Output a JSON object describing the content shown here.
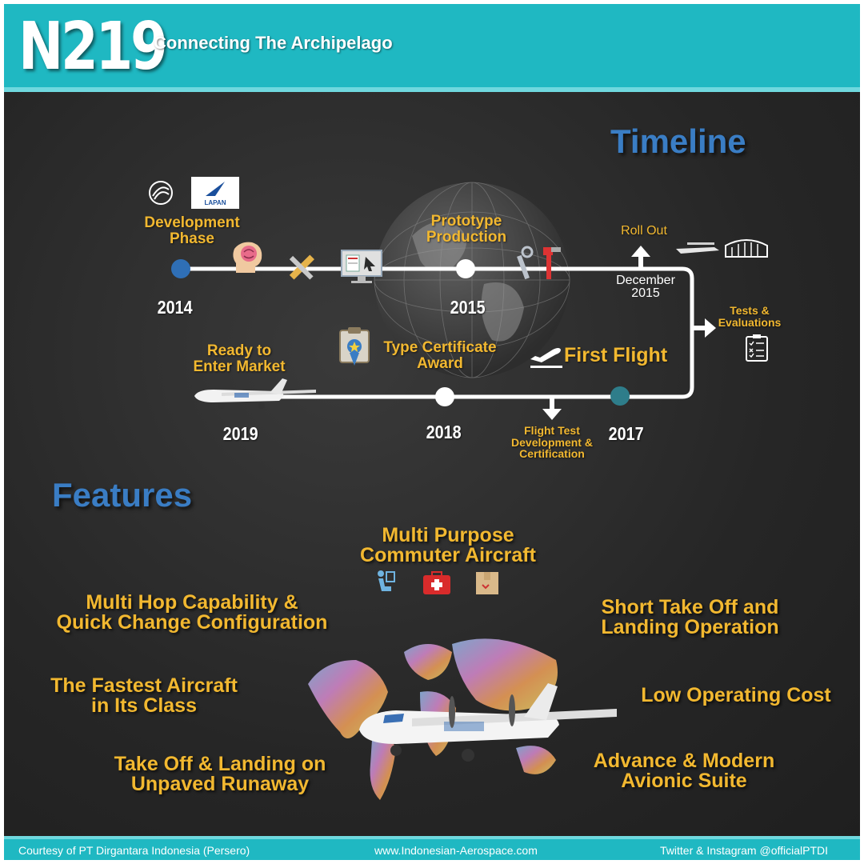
{
  "header": {
    "logo": "N219",
    "tagline": "Connecting The Archipelago"
  },
  "timeline": {
    "title": "Timeline",
    "milestones": [
      {
        "label": "Development\nPhase",
        "year": "2014"
      },
      {
        "label": "Prototype\nProduction",
        "year": "2015"
      },
      {
        "label": "Roll Out",
        "date": "December\n2015"
      },
      {
        "label": "Tests &\nEvaluations"
      },
      {
        "label": "First Flight",
        "year": "2017"
      },
      {
        "label": "Flight Test\nDevelopment &\nCertification"
      },
      {
        "label": "Type Certificate\nAward",
        "year": "2018"
      },
      {
        "label": "Ready to\nEnter Market",
        "year": "2019"
      }
    ],
    "logo_text": "LAPAN",
    "colors": {
      "start_dot": "#2f6fb6",
      "end_dot": "#2e7d8a",
      "label": "#f2b830"
    }
  },
  "features": {
    "title": "Features",
    "items": [
      "Multi Purpose\nCommuter Aircraft",
      "Multi Hop Capability &\nQuick Change Configuration",
      "Short Take Off and\nLanding Operation",
      "The Fastest Aircraft\nin Its Class",
      "Low Operating Cost",
      "Take Off & Landing on\nUnpaved Runaway",
      "Advance & Modern\nAvionic Suite"
    ],
    "icons": [
      "passenger-seat-icon",
      "medical-kit-icon",
      "cargo-box-icon"
    ]
  },
  "footer": {
    "courtesy": "Courtesy of PT Dirgantara Indonesia (Persero)",
    "website": "www.Indonesian-Aerospace.com",
    "social": "Twitter & Instagram @officialPTDI"
  },
  "colors": {
    "header": "#1fb8c2",
    "accent_gold": "#f2b830",
    "title_blue": "#3a7dc4",
    "board": "#2a2a2a"
  }
}
